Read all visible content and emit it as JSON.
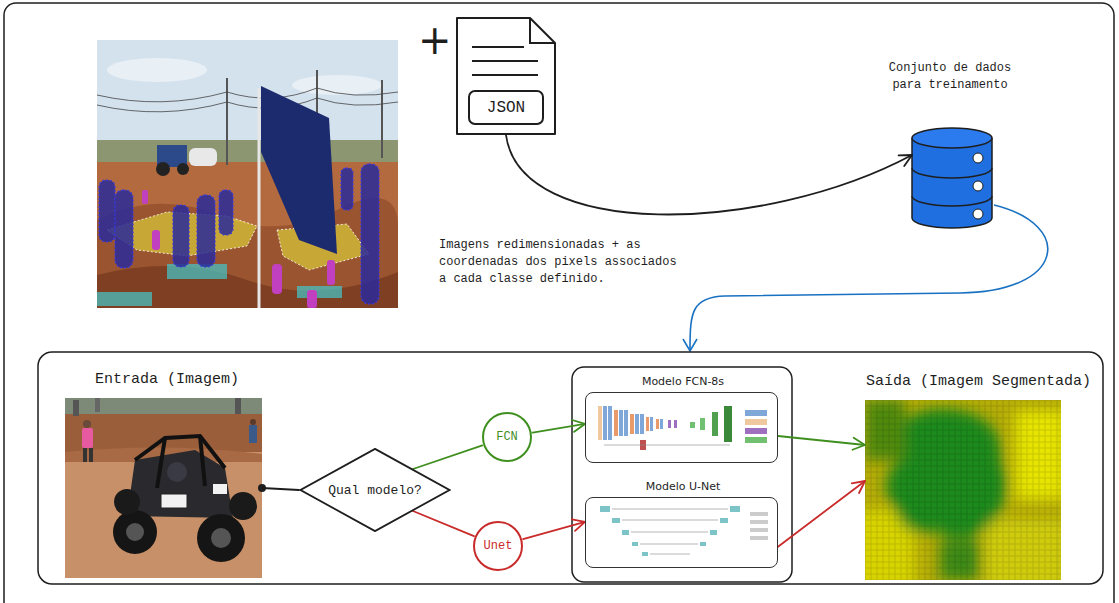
{
  "diagram": {
    "nodes": [
      {
        "text": [
          "JSON"
        ]
      },
      {
        "text": [
          "Conjunto de dados para treinamento"
        ]
      },
      {
        "text": [
          "Entrada (Imagem)"
        ]
      },
      {
        "text": [
          "Qual modelo?"
        ]
      },
      {
        "text": [
          "FCN"
        ]
      },
      {
        "text": [
          "Unet"
        ]
      },
      {
        "text": [
          "Modelo FCN-8s"
        ]
      },
      {
        "text": [
          "Modelo U-Net"
        ]
      },
      {
        "text": [
          "Saída (Imagem Segmentada)"
        ]
      }
    ],
    "edges": [
      {
        "from": 0,
        "to": 1,
        "arrow": "to",
        "label": "Imagens redimensionadas + as coordenadas dos pixels associados a cada classe definido."
      },
      {
        "from": 2,
        "to": 3,
        "arrow": "none"
      },
      {
        "from": 3,
        "to": 4,
        "arrow": "none"
      },
      {
        "from": 4,
        "to": 6,
        "arrow": "to"
      },
      {
        "from": 3,
        "to": 5,
        "arrow": "none"
      },
      {
        "from": 5,
        "to": 7,
        "arrow": "to"
      },
      {
        "from": 6,
        "to": 8,
        "arrow": "to"
      },
      {
        "from": 7,
        "to": 8,
        "arrow": "to"
      }
    ],
    "labels": [
      "+"
    ]
  }
}
